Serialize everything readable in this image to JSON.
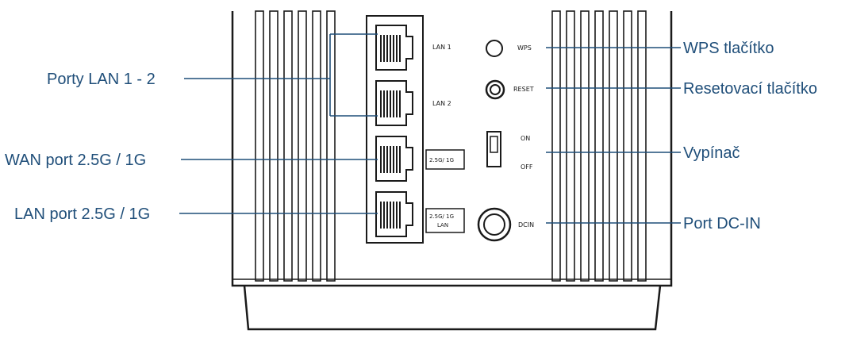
{
  "callouts": {
    "lan_ports": "Porty LAN 1 - 2",
    "wan_port": "WAN port 2.5G / 1G",
    "lan_port_25g": "LAN port 2.5G / 1G",
    "wps_button": "WPS tlačítko",
    "reset_button": "Resetovací tlačítko",
    "power_switch": "Vypínač",
    "dc_in_port": "Port DC-IN"
  },
  "device_labels": {
    "lan1": "LAN 1",
    "lan2": "LAN 2",
    "wan_speed": "2.5G/ 1G",
    "lan_speed_line1": "2.5G/ 1G",
    "lan_speed_line2": "LAN",
    "wps": "WPS",
    "reset": "RESET",
    "on": "ON",
    "off": "OFF",
    "dcin": "DCIN"
  },
  "colors": {
    "callout_text": "#1f4e79",
    "leader_line": "#1f4e79",
    "device_ink": "#1a1a1a",
    "background": "#ffffff"
  }
}
